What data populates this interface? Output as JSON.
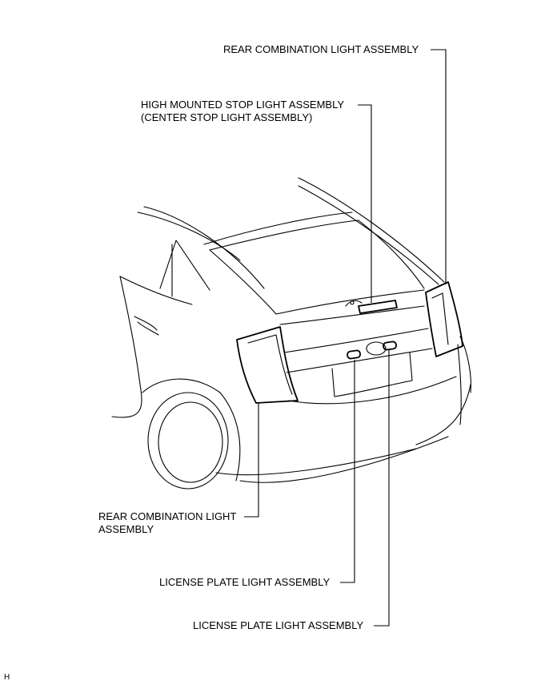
{
  "callouts": {
    "rear_combination_top": "REAR COMBINATION LIGHT ASSEMBLY",
    "high_mounted_line1": "HIGH MOUNTED STOP LIGHT ASSEMBLY",
    "high_mounted_line2": "(CENTER STOP LIGHT ASSEMBLY)",
    "rear_combination_left_line1": "REAR COMBINATION LIGHT",
    "rear_combination_left_line2": "ASSEMBLY",
    "license_plate_1": "LICENSE PLATE LIGHT ASSEMBLY",
    "license_plate_2": "LICENSE PLATE LIGHT ASSEMBLY"
  },
  "corner_mark": "H"
}
